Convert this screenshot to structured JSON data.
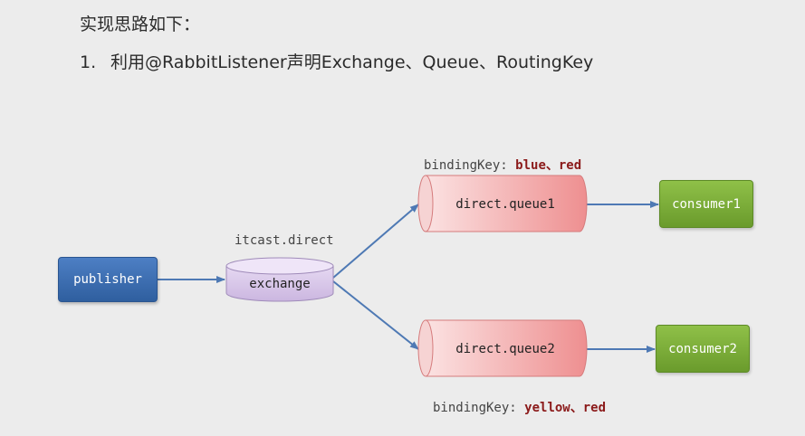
{
  "heading": "实现思路如下：",
  "step": {
    "number": "1.",
    "text": "利用@RabbitListener声明Exchange、Queue、RoutingKey"
  },
  "diagram": {
    "publisher": "publisher",
    "exchange_name": "itcast.direct",
    "exchange": "exchange",
    "queue1": "direct.queue1",
    "queue2": "direct.queue2",
    "consumer1": "consumer1",
    "consumer2": "consumer2",
    "binding1": {
      "prefix": "bindingKey: ",
      "keys": "blue、red"
    },
    "binding2": {
      "prefix": "bindingKey: ",
      "keys": "yellow、red"
    },
    "colors": {
      "publisher": "#3b6fb3",
      "exchange": "#d9c8ea",
      "queue": "#ee8f90",
      "consumer": "#7aab37",
      "arrow": "#4e79b4",
      "binding_keys": "#8b1a1a"
    }
  }
}
